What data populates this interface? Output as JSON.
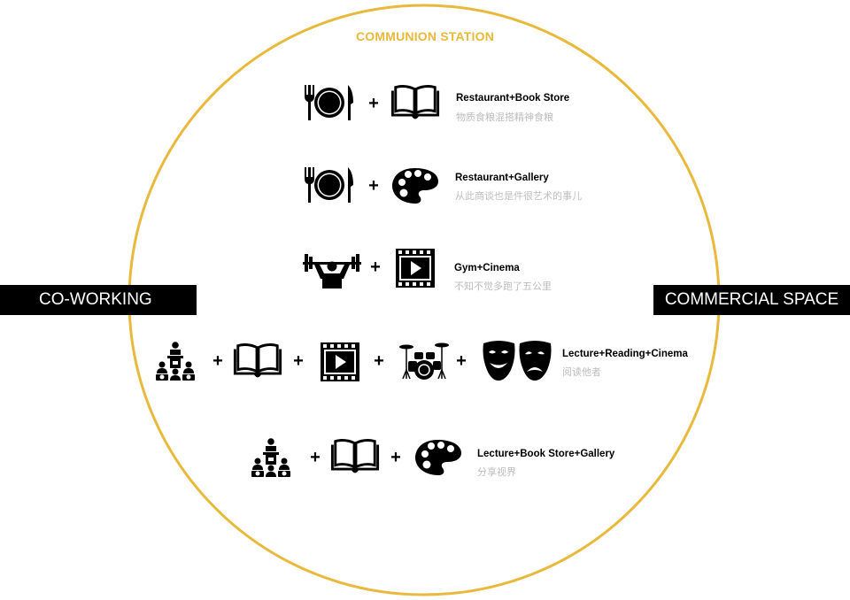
{
  "title": "COMMUNION STATION",
  "left_label": "CO-WORKING",
  "right_label": "COMMERCIAL SPACE",
  "accent_color": "#e9b93d",
  "plus_symbol": "+",
  "rows": [
    {
      "icons": [
        "dining-icon",
        "book-icon"
      ],
      "label": "Restaurant+Book Store",
      "sub": "物质食粮混搭精神食粮"
    },
    {
      "icons": [
        "dining-icon",
        "palette-icon"
      ],
      "label": "Restaurant+Gallery",
      "sub": "从此商谈也是件很艺术的事儿"
    },
    {
      "icons": [
        "weightlifter-icon",
        "film-icon"
      ],
      "label": "Gym+Cinema",
      "sub": "不知不觉多跑了五公里"
    },
    {
      "icons": [
        "lecture-icon",
        "book-icon",
        "film-icon",
        "drums-icon",
        "theater-masks-icon"
      ],
      "label": "Lecture+Reading+Cinema",
      "sub": "阅读他者"
    },
    {
      "icons": [
        "lecture-icon",
        "book-icon",
        "palette-icon"
      ],
      "label": "Lecture+Book Store+Gallery",
      "sub": "分享视界"
    }
  ]
}
